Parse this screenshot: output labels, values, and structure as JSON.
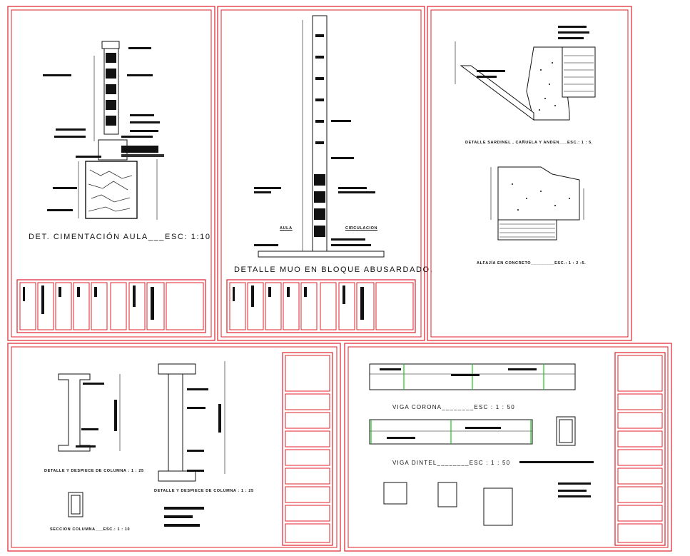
{
  "colors": {
    "frame": "#e0202a",
    "ink": "#111111",
    "accent": "#22c022"
  },
  "sheet1": {
    "title": "DET.   CIMENTACIÓN  AULA___ESC: 1:10"
  },
  "sheet2": {
    "title": "DETALLE  MUO  EN BLOQUE ABUSARDADO.",
    "label_left": "AULA",
    "label_right": "CIRCULACION"
  },
  "sheet3": {
    "title_top": "DETALLE   SARDINEL , CAÑUELA  Y  ANDEN___ESC.: 1 : 5.",
    "title_bottom": "ALFAJÍA   EN   CONCRETO_________ESC.: 1 : 2 :5."
  },
  "sheet4": {
    "label_col1": "DETALLE  Y  DESPIECE DE COLUMNA : 1 : 25",
    "label_col2": "DETALLE  Y  DESPIECE DE COLUMNA : 1 : 25",
    "label_section": "SECCION   COLUMNA___ESC.: 1 : 10"
  },
  "sheet5": {
    "label_corona": "VIGA     CORONA________ESC : 1 : 50",
    "label_dintel": "VIGA     DINTEL________ESC : 1 : 50"
  }
}
